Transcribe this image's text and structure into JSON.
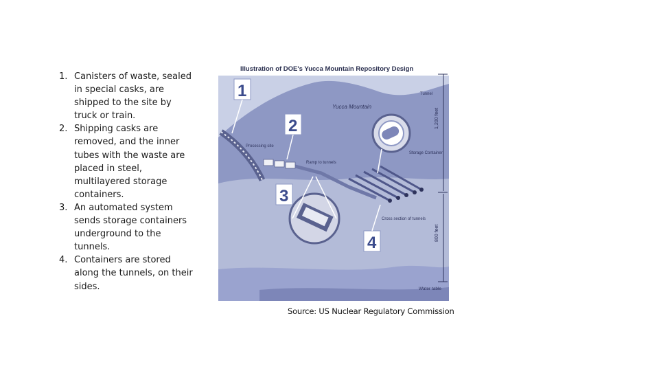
{
  "steps": [
    {
      "num": "1.",
      "text": "Canisters of waste, sealed in special casks, are shipped to the site by truck or train."
    },
    {
      "num": "2.",
      "text": "Shipping casks are removed, and the inner tubes with the waste are placed in steel, multilayered storage containers."
    },
    {
      "num": "3.",
      "text": "An automated system sends storage containers underground to the tunnels."
    },
    {
      "num": "4.",
      "text": "Containers are stored along the tunnels, on their sides."
    }
  ],
  "diagram": {
    "title": "Illustration of DOE's Yucca Mountain Repository Design",
    "step_badges": [
      "1",
      "2",
      "3",
      "4"
    ],
    "labels": {
      "mountain": "Yucca Mountain",
      "processing": "Processing site",
      "ramp": "Ramp to tunnels",
      "tunnel": "Tunnel",
      "storage": "Storage Container",
      "cross_section": "Cross section of tunnels",
      "water_table": "Water table"
    },
    "dimensions": {
      "upper": "1,200 feet",
      "lower": "800 feet"
    },
    "colors": {
      "sky": "#c9d0e6",
      "mountain": "#8e98c4",
      "ground": "#b3bbd8",
      "water": "#7d86b8",
      "badge_text": "#3b4b8c"
    }
  },
  "source": "Source: US Nuclear Regulatory Commission"
}
